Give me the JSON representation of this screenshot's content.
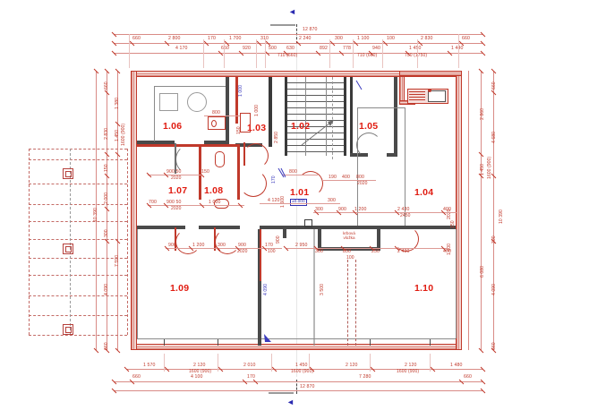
{
  "drawing": {
    "type": "architectural-floor-plan",
    "level_marker": "±0.000",
    "total_width": "12 870",
    "total_depth": "10 390",
    "section_mark": "◄"
  },
  "rooms": [
    {
      "id": "1.06",
      "label": "1.06"
    },
    {
      "id": "1.03",
      "label": "1.03"
    },
    {
      "id": "1.02",
      "label": "1.02"
    },
    {
      "id": "1.05",
      "label": "1.05"
    },
    {
      "id": "1.07",
      "label": "1.07"
    },
    {
      "id": "1.08",
      "label": "1.08"
    },
    {
      "id": "1.01",
      "label": "1.01"
    },
    {
      "id": "1.04",
      "label": "1.04"
    },
    {
      "id": "1.09",
      "label": "1.09"
    },
    {
      "id": "1.10",
      "label": "1.10"
    }
  ],
  "annotations": {
    "fireplace_line1": "krbová",
    "fireplace_line2": "vložka",
    "level": "±0.000"
  },
  "dimensions": {
    "top_row1": [
      "12 870"
    ],
    "top_row2": [
      "660",
      "2 800",
      "170",
      "1 700",
      "310",
      "2 240",
      "300",
      "1 100",
      "100",
      "2 830",
      "660"
    ],
    "top_row3": [
      "4 170",
      "650",
      "920",
      "500",
      "630",
      "892",
      "778",
      "940",
      "1 450",
      "1 440"
    ],
    "top_row4": [
      "710 (660)",
      "710 (660)",
      "750 (1750)"
    ],
    "left_col1": [
      "660",
      "1 380",
      "2 830",
      "1 450",
      "150",
      "2 000",
      "300",
      "4 090",
      "660"
    ],
    "left_col2": [
      "1600 (900)",
      "7 590"
    ],
    "left_total": "10 390",
    "right_col1": [
      "660",
      "2 860",
      "1 450",
      "300",
      "4 090",
      "660"
    ],
    "right_col2": [
      "4 680",
      "1600 (900)",
      "6 080"
    ],
    "right_total": "10 390",
    "bottom_row1": [
      "1 570",
      "2 120",
      "2 010",
      "1 450",
      "2 120",
      "2 120",
      "1 480"
    ],
    "bottom_row2": [
      "1600 (900)",
      "1600 (900)",
      "1600 (900)"
    ],
    "bottom_row3": [
      "660",
      "4 100",
      "170",
      "7 280",
      "660"
    ],
    "bottom_row4": [
      "12 870"
    ],
    "interior": [
      "1 000",
      "2 850",
      "800",
      "150",
      "900 50",
      "2020",
      "150",
      "1 000",
      "700",
      "900 50",
      "2020",
      "900",
      "1 200",
      "300",
      "900",
      "2020",
      "170",
      "100",
      "2 950",
      "190",
      "400",
      "800",
      "2020",
      "300",
      "900",
      "1 200",
      "2 430",
      "400",
      "2450",
      "300",
      "850",
      "250",
      "2 430",
      "400",
      "100",
      "4 120",
      "300",
      "1 600",
      "170",
      "900",
      "4 090",
      "3 500",
      "2020",
      "1 600",
      "150"
    ]
  }
}
